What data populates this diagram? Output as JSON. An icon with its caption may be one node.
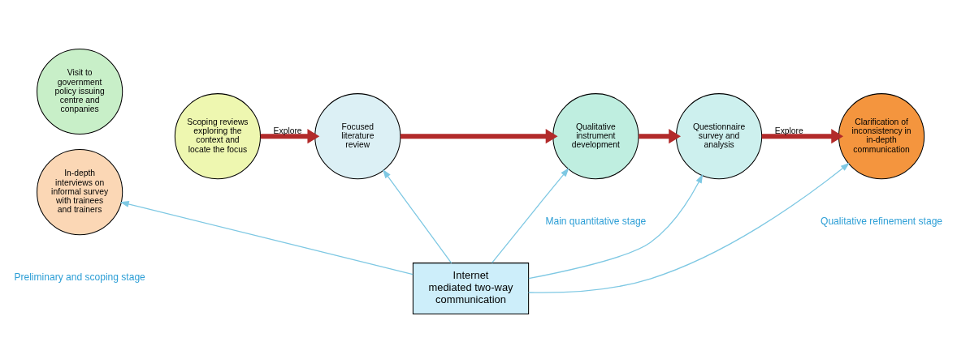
{
  "diagram": {
    "nodes": [
      {
        "text": [
          "Visit to government policy issuing centre and conpanies"
        ]
      },
      {
        "text": [
          "Scoping reviews exploring the context and locate the focus"
        ]
      },
      {
        "text": [
          "In-depth interviews on informal survey with trainees and trainers"
        ]
      },
      {
        "text": [
          "Focused literature review"
        ]
      },
      {
        "text": [
          "Qualitative instrument development"
        ]
      },
      {
        "text": [
          "Questionnaire survey and analysis"
        ]
      },
      {
        "text": [
          "Clarification of inconsistency in in-depth communication"
        ]
      },
      {
        "text": [
          "Internet mediated two-way communication"
        ]
      }
    ],
    "edges": [
      {
        "from": 1,
        "to": 3,
        "arrow": "to",
        "label": "Explore",
        "style": "thick",
        "color": "#b22a2a"
      },
      {
        "from": 3,
        "to": 4,
        "arrow": "to",
        "style": "thick",
        "color": "#b22a2a"
      },
      {
        "from": 4,
        "to": 5,
        "arrow": "to",
        "style": "thick",
        "color": "#b22a2a"
      },
      {
        "from": 5,
        "to": 6,
        "arrow": "to",
        "label": "Explore",
        "style": "thick",
        "color": "#b22a2a"
      },
      {
        "from": 7,
        "to": 2,
        "arrow": "to"
      },
      {
        "from": 7,
        "to": 3,
        "arrow": "to"
      },
      {
        "from": 7,
        "to": 4,
        "arrow": "to"
      },
      {
        "from": 7,
        "to": 5,
        "arrow": "to"
      },
      {
        "from": 7,
        "to": 6,
        "arrow": "to"
      }
    ],
    "labels": [
      "Preliminary and scoping stage",
      "Main quantitative stage",
      "Qualitative refinement stage"
    ]
  }
}
